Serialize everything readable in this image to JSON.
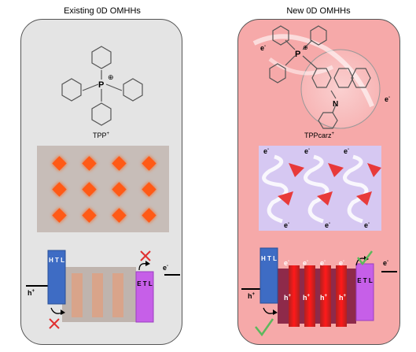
{
  "left": {
    "title": "Existing 0D OMHHs",
    "cation_label": "TPP",
    "cation_sup": "+",
    "htl": "H T L",
    "etl": "E T L",
    "hole": "h",
    "hole_sup": "+",
    "electron": "e",
    "electron_sup": "-"
  },
  "right": {
    "title": "New 0D OMHHs",
    "cation_label": "TPPcarz",
    "cation_sup": "+",
    "htl": "H T L",
    "etl": "E T L",
    "hole": "h",
    "hole_sup": "+",
    "electron": "e",
    "electron_sup": "-"
  },
  "molecule": {
    "phosphorus": "P",
    "charge": "⊕",
    "nitrogen": "N"
  },
  "colors": {
    "left_panel": "#e4e4e4",
    "right_panel": "#f6a9a9",
    "htl": "#3e6cc4",
    "etl": "#c65fe8",
    "octahedra": "#ff5a14",
    "cross": "#e03030",
    "check": "#5cb85c"
  }
}
